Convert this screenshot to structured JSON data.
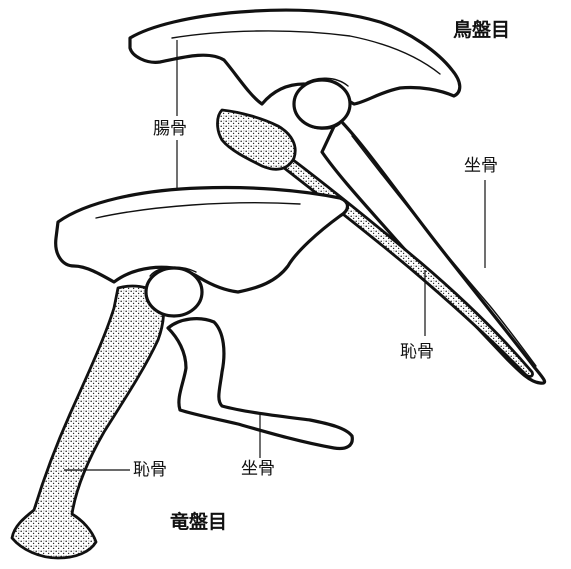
{
  "diagram": {
    "ornithischian": {
      "group_label": "鳥盤目",
      "ilium_label": "腸骨",
      "ischium_label": "坐骨",
      "pubis_label": "恥骨"
    },
    "saurischian": {
      "group_label": "竜盤目",
      "pubis_label": "恥骨",
      "ischium_label": "坐骨"
    }
  }
}
